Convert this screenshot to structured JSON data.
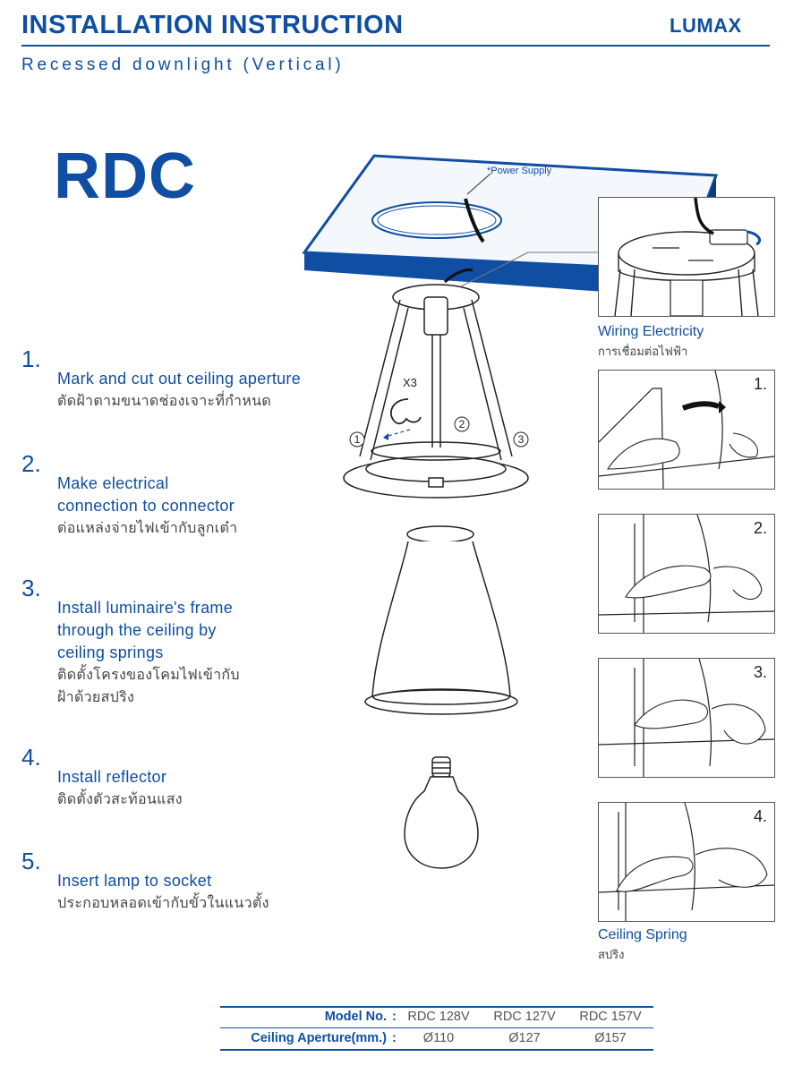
{
  "header": {
    "title": "INSTALLATION INSTRUCTION",
    "brand": "LUMAX",
    "subtitle": "Recessed downlight (Vertical)",
    "model": "RDC"
  },
  "steps": [
    {
      "num": "1.",
      "en": "Mark and cut out ceiling aperture",
      "th": "ตัดฝ้าตามขนาดช่องเจาะที่กำหนด"
    },
    {
      "num": "2.",
      "en": "Make electrical\nconnection to connector",
      "th": "ต่อแหล่งจ่ายไฟเข้ากับลูกเต๋า"
    },
    {
      "num": "3.",
      "en": "Install luminaire's frame\nthrough the ceiling by\nceiling springs",
      "th": "ติดตั้งโครงของโคมไฟเข้ากับ\nฝ้าด้วยสปริง"
    },
    {
      "num": "4.",
      "en": "Install reflector",
      "th": "ติดตั้งตัวสะท้อนแสง"
    },
    {
      "num": "5.",
      "en": "Insert lamp to socket",
      "th": "ประกอบหลอดเข้ากับขั้วในแนวตั้ง"
    }
  ],
  "diagram": {
    "power_label": "*Power Supply",
    "x3_label": "X3",
    "circle_1": "1",
    "circle_2": "2",
    "circle_3": "3"
  },
  "panels": {
    "wiring_en": "Wiring Electricity",
    "wiring_th": "การเชื่อมต่อไฟฟ้า",
    "spring_en": "Ceiling Spring",
    "spring_th": "สปริง",
    "nums": [
      "1.",
      "2.",
      "3.",
      "4."
    ]
  },
  "spec": {
    "model_label": "Model No.",
    "aperture_label": "Ceiling Aperture(mm.)",
    "colon": ":",
    "models": [
      "RDC 128V",
      "RDC 127V",
      "RDC 157V"
    ],
    "apertures": [
      "Ø110",
      "Ø127",
      "Ø157"
    ]
  },
  "colors": {
    "accent": "#0f4ea3",
    "text": "#222222"
  }
}
